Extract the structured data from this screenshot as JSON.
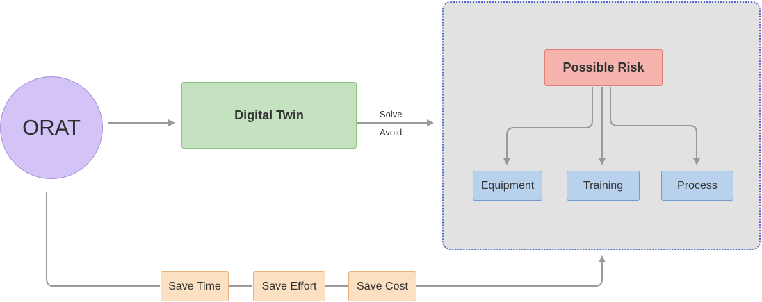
{
  "diagram": {
    "origin": {
      "label": "ORAT"
    },
    "digital_twin": {
      "label": "Digital Twin"
    },
    "edge_labels": {
      "upper": "Solve",
      "lower": "Avoid"
    },
    "possible_risk": {
      "label": "Possible Risk"
    },
    "risk_categories": [
      {
        "label": "Equipment"
      },
      {
        "label": "Training"
      },
      {
        "label": "Process"
      }
    ],
    "savings": [
      {
        "label": "Save Time"
      },
      {
        "label": "Save Effort"
      },
      {
        "label": "Save Cost"
      }
    ],
    "colors": {
      "connector": "#9a9a9a",
      "origin_fill": "#d3c3f6",
      "twin_fill": "#c4e2c0",
      "risk_fill": "#f5b4ae",
      "category_fill": "#b8d2ee",
      "saving_fill": "#fbe0c2",
      "group_border": "#4e6ad8",
      "group_fill": "#e2e2e2"
    }
  }
}
